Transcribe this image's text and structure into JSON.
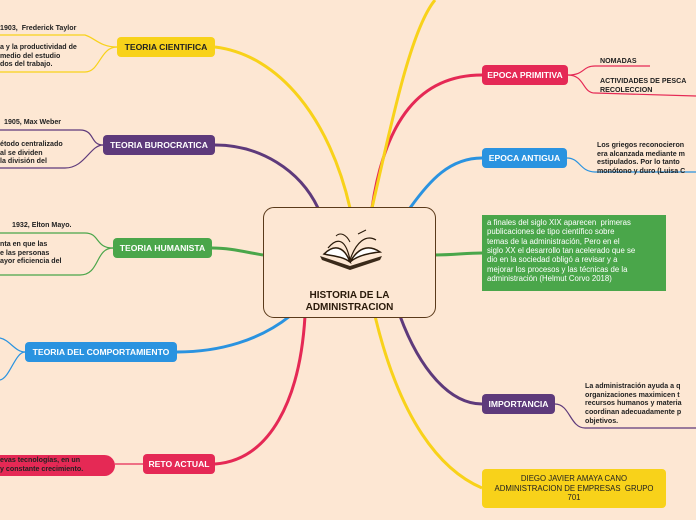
{
  "center": {
    "title": "HISTORIA DE LA\nADMINISTRACION",
    "icon": "open-book-icon"
  },
  "colors": {
    "yellow": "#f8d21a",
    "purple": "#5e3a7b",
    "green": "#4aa64a",
    "blue": "#2a93e0",
    "red": "#e52955",
    "background": "#fde7d3"
  },
  "left": {
    "teoria_cientifica": {
      "label": "TEORIA CIENTIFICA",
      "header": "1903,  Frederick Taylor",
      "text": "a y la productividad de\nmedio del estudio\ndos del trabajo."
    },
    "teoria_burocratica": {
      "label": "TEORIA BUROCRATICA",
      "header": "1905, Max Weber",
      "text": "étodo centralizado\nal se dividen\nla división del"
    },
    "teoria_humanista": {
      "label": "TEORIA HUMANISTA",
      "header": "1932, Elton Mayo.",
      "text": "nta en que las\ne las personas\nayor eficiencia del"
    },
    "teoria_comportamiento": {
      "label": "TEORIA DEL COMPORTAMIENTO"
    },
    "reto_actual": {
      "label": "RETO ACTUAL",
      "text": "evas tecnologías, en un\ny constante crecimiento."
    }
  },
  "right": {
    "epoca_primitiva": {
      "label": "EPOCA PRIMITIVA",
      "item1": "NOMADAS",
      "item2": "ACTIVIDADES DE PESCA\nRECOLECCION"
    },
    "epoca_antigua": {
      "label": "EPOCA ANTIGUA",
      "text": "Los griegos reconocieron\nera alcanzada mediante m\nestipulados. Por lo tanto\nmonótono y duro (Luisa C"
    },
    "intro": {
      "text": "a finales del siglo XIX aparecen  primeras\npublicaciones de tipo científico sobre\ntemas de la administración, Pero en el\nsiglo XX el desarrollo tan acelerado que se\ndio en la sociedad obligó a revisar y a\nmejorar los procesos y las técnicas de la\nadministración (Helmut Corvo 2018)"
    },
    "importancia": {
      "label": "IMPORTANCIA",
      "text": "La administración ayuda a q\norganizaciones maximicen t\nrecursos humanos y materia\ncoordinan adecuadamente p\nobjetivos."
    },
    "author": {
      "text": "DIEGO JAVIER AMAYA CANO\nADMINISTRACION DE EMPRESAS  GRUPO\n701"
    }
  }
}
